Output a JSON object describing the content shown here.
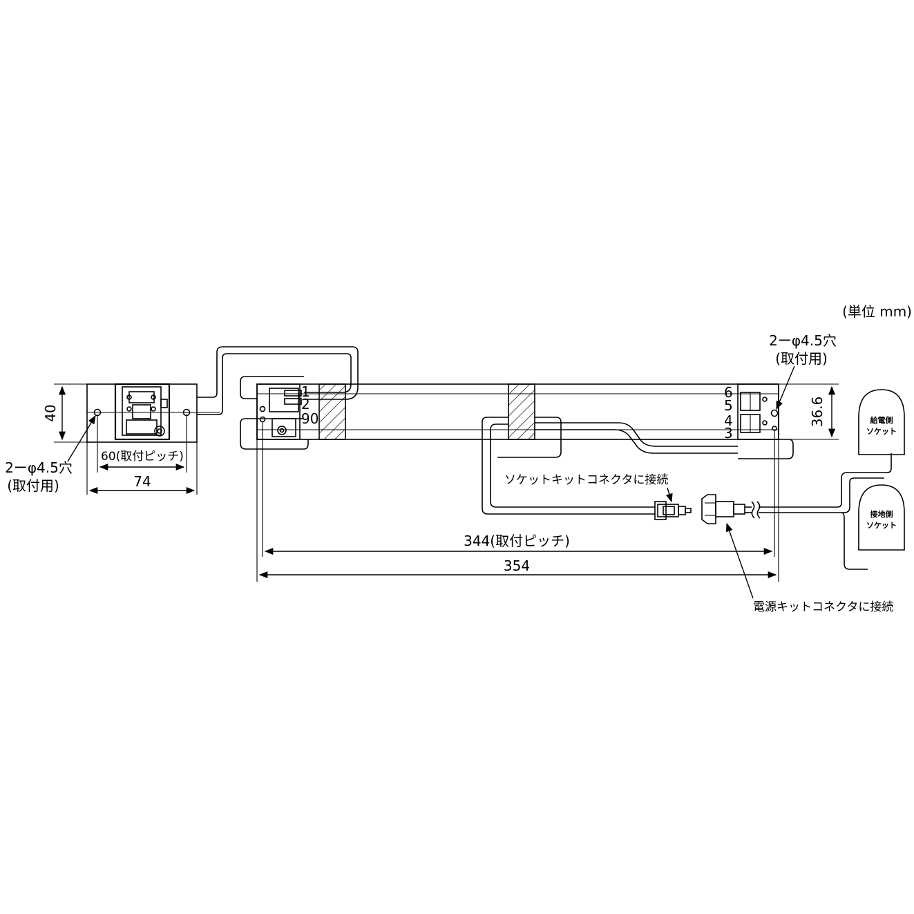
{
  "unit_label": "(単位 mm)",
  "left_bracket": {
    "height_dim": "40",
    "pitch_dim": "60(取付ピッチ)",
    "width_dim": "74",
    "hole_label": "2ーφ4.5穴",
    "hole_purpose": "(取付用)"
  },
  "main_body": {
    "terminals_left": [
      "1",
      "2",
      "90"
    ],
    "terminals_right": [
      "6",
      "5",
      "4",
      "3"
    ],
    "height_dim": "36.6",
    "pitch_dim": "344(取付ピッチ)",
    "length_dim": "354",
    "hole_label": "2ーφ4.5穴",
    "hole_purpose": "(取付用)"
  },
  "connectors": {
    "socket_kit": "ソケットキットコネクタに接続",
    "power_kit": "電源キットコネクタに接続"
  },
  "sockets": {
    "supply_line1": "給電側",
    "supply_line2": "ソケット",
    "ground_line1": "接地側",
    "ground_line2": "ソケット"
  }
}
